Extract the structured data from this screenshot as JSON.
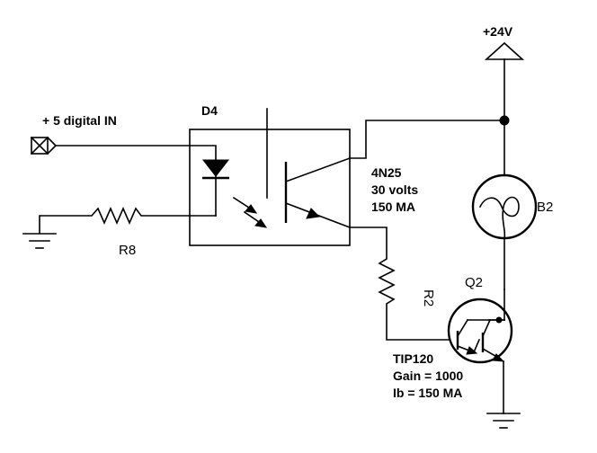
{
  "power": {
    "supply_label": "+24V"
  },
  "input": {
    "label": "+ 5 digital IN"
  },
  "optocoupler": {
    "designator": "D4",
    "part": "4N25",
    "voltage": "30 volts",
    "current": "150 MA"
  },
  "resistors": {
    "r8": "R8",
    "r2": "R2"
  },
  "lamp": {
    "designator": "B2"
  },
  "transistor": {
    "designator": "Q2",
    "part": "TIP120",
    "gain": "Gain = 1000",
    "base_current": "Ib = 150 MA"
  }
}
